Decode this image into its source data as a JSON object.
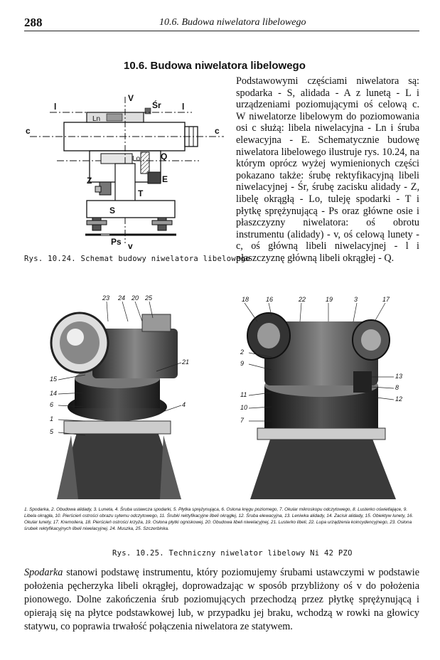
{
  "header": {
    "page_number": "288",
    "running_title": "10.6. Budowa niwelatora libelowego"
  },
  "section_title": "10.6. Budowa niwelatora libelowego",
  "intro_paragraph": "Podstawowymi częściami niwelatora są: spodarka - S, alidada - A z lunetą - L i urządzeniami poziomującymi oś celową c. W niwelatorze libelowym do poziomowania osi c służą: libela niwelacyjna - Ln i śruba elewacyjna - E. Schematycznie budowę niwelatora libelowego ilustruje rys. 10.24, na którym oprócz wyżej wymienionych części pokazano także: śrubę rektyfikacyjną libeli niwelacyjnej - Śr, śrubę zacisku alidady - Z, libelę okrągłą - Lo, tuleję spodarki - T i płytkę sprężynującą - Ps oraz główne osie i płaszczyzny niwelatora: oś obrotu instrumentu (alidady) - v, oś celową lunety - c, oś główną libeli niwelacyjnej - l i płaszczyznę główną libeli okrągłej - Q.",
  "figure1": {
    "caption": "Rys. 10.24. Schemat budowy niwelatora libelowego",
    "labels": {
      "l_left": "l",
      "v_top": "V",
      "sr": "Śr",
      "l_right": "l",
      "ln": "Ln",
      "c_left": "c",
      "c_right": "c",
      "lo": "Lo",
      "q": "Q",
      "z": "Z",
      "e": "E",
      "t": "T",
      "s": "S",
      "ps": "Ps",
      "v_bottom": "v"
    }
  },
  "figure2": {
    "left_callouts": [
      "23",
      "24",
      "20",
      "25",
      "21",
      "15",
      "14",
      "6",
      "1",
      "5",
      "4"
    ],
    "right_callouts": [
      "18",
      "16",
      "22",
      "19",
      "3",
      "17",
      "2",
      "9",
      "13",
      "8",
      "12",
      "11",
      "10",
      "7"
    ],
    "legend": "1. Spodarka, 2. Obudowa alidady, 3. Luneta, 4. Śruba ustawcza spodarki, 5. Płytka sprężynująca, 6. Osłona kręgu poziomego, 7. Okular mikroskopu odczytowego, 8. Lusterko oświetlające, 9. Libela okrągła, 10. Pierścień ostrości obrazu sytemu odczytowego, 11. Śrubki rektyfikacyjne libeli okrągłej, 12. Śruba elewacyjna, 13. Leniwka alidady, 14. Zacisk alidady, 15. Obiektyw lunety, 16. Okular lunety, 17. Kremoliera, 18. Pierścień ostrości krzyża, 19. Osłona płytki ogniskowej, 20. Obudowa libeli niwelacyjnej, 21. Lusterko libeli, 22. Lupa urządzenia koincydencyjnego, 23. Osłona śrubek rektyfikacyjnych libeli niwelacyjnej, 24. Muszka, 25. Szczerbinka.",
    "caption": "Rys. 10.25. Techniczny niwelator libelowy Ni 42 PZO"
  },
  "body_paragraph": {
    "lead": "Spodarka",
    "text": " stanowi podstawę instrumentu, który poziomujemy śrubami ustawczymi w podstawie położenia pęcherzyka libeli okrągłej, doprowadzając w sposób przybliżony oś v do położenia pionowego. Dolne zakończenia śrub poziomujących przechodzą przez płytkę sprężynującą i opierają się na płytce podstawkowej lub, w przypadku jej braku, wchodzą w rowki na głowicy statywu, co poprawia trwałość połączenia niwelatora ze statywem."
  }
}
